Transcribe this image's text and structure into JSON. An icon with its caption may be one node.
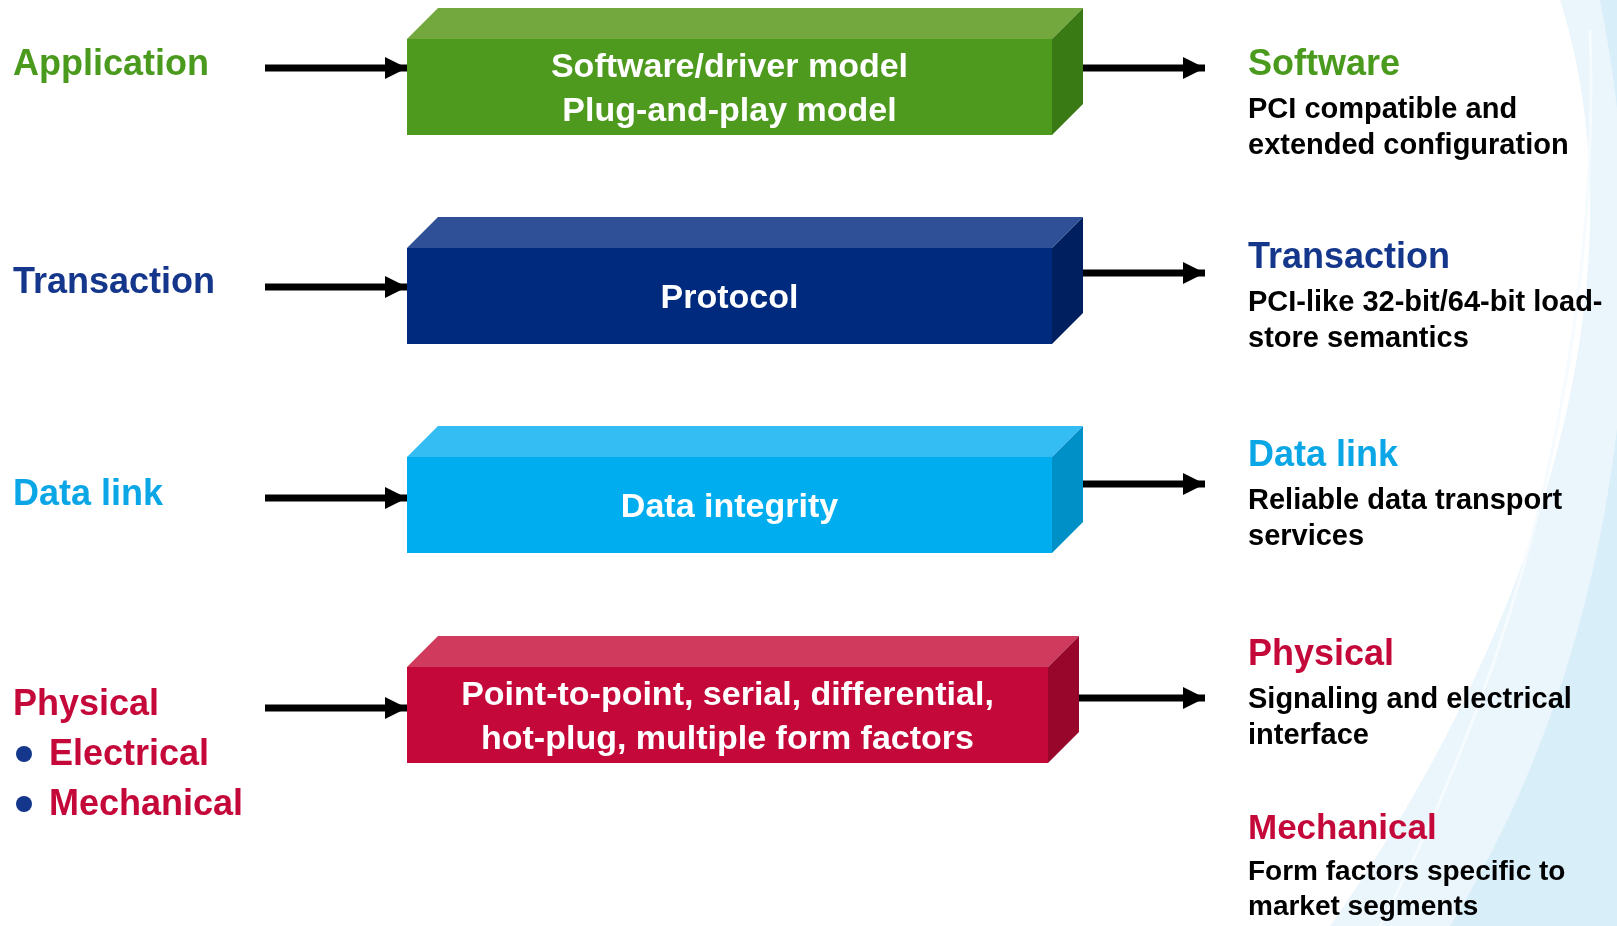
{
  "diagram": {
    "nodes": [
      {
        "text": [
          "Application"
        ]
      },
      {
        "text": [
          "Software/driver model",
          "Plug-and-play model"
        ]
      },
      {
        "text": [
          "Software",
          "PCI compatible and extended configuration"
        ]
      },
      {
        "text": [
          "Transaction"
        ]
      },
      {
        "text": [
          "Protocol"
        ]
      },
      {
        "text": [
          "Transaction",
          "PCI-like 32-bit/64-bit load-store semantics"
        ]
      },
      {
        "text": [
          "Data link"
        ]
      },
      {
        "text": [
          "Data integrity"
        ]
      },
      {
        "text": [
          "Data link",
          "Reliable data transport services"
        ]
      },
      {
        "text": [
          "Physical",
          "Electrical",
          "Mechanical"
        ]
      },
      {
        "text": [
          "Point-to-point, serial, differential, hot-plug, multiple form factors"
        ]
      },
      {
        "text": [
          "Physical",
          "Signaling and electrical interface"
        ]
      }
    ],
    "edges": [
      {
        "from": 0,
        "to": 1,
        "arrow": "to"
      },
      {
        "from": 1,
        "to": 2,
        "arrow": "to"
      },
      {
        "from": 3,
        "to": 4,
        "arrow": "to"
      },
      {
        "from": 4,
        "to": 5,
        "arrow": "to"
      },
      {
        "from": 6,
        "to": 7,
        "arrow": "to"
      },
      {
        "from": 7,
        "to": 8,
        "arrow": "to"
      },
      {
        "from": 9,
        "to": 10,
        "arrow": "to"
      },
      {
        "from": 10,
        "to": 11,
        "arrow": "to"
      }
    ],
    "labels": [
      "Mechanical",
      "Form factors specific to market segments"
    ]
  }
}
